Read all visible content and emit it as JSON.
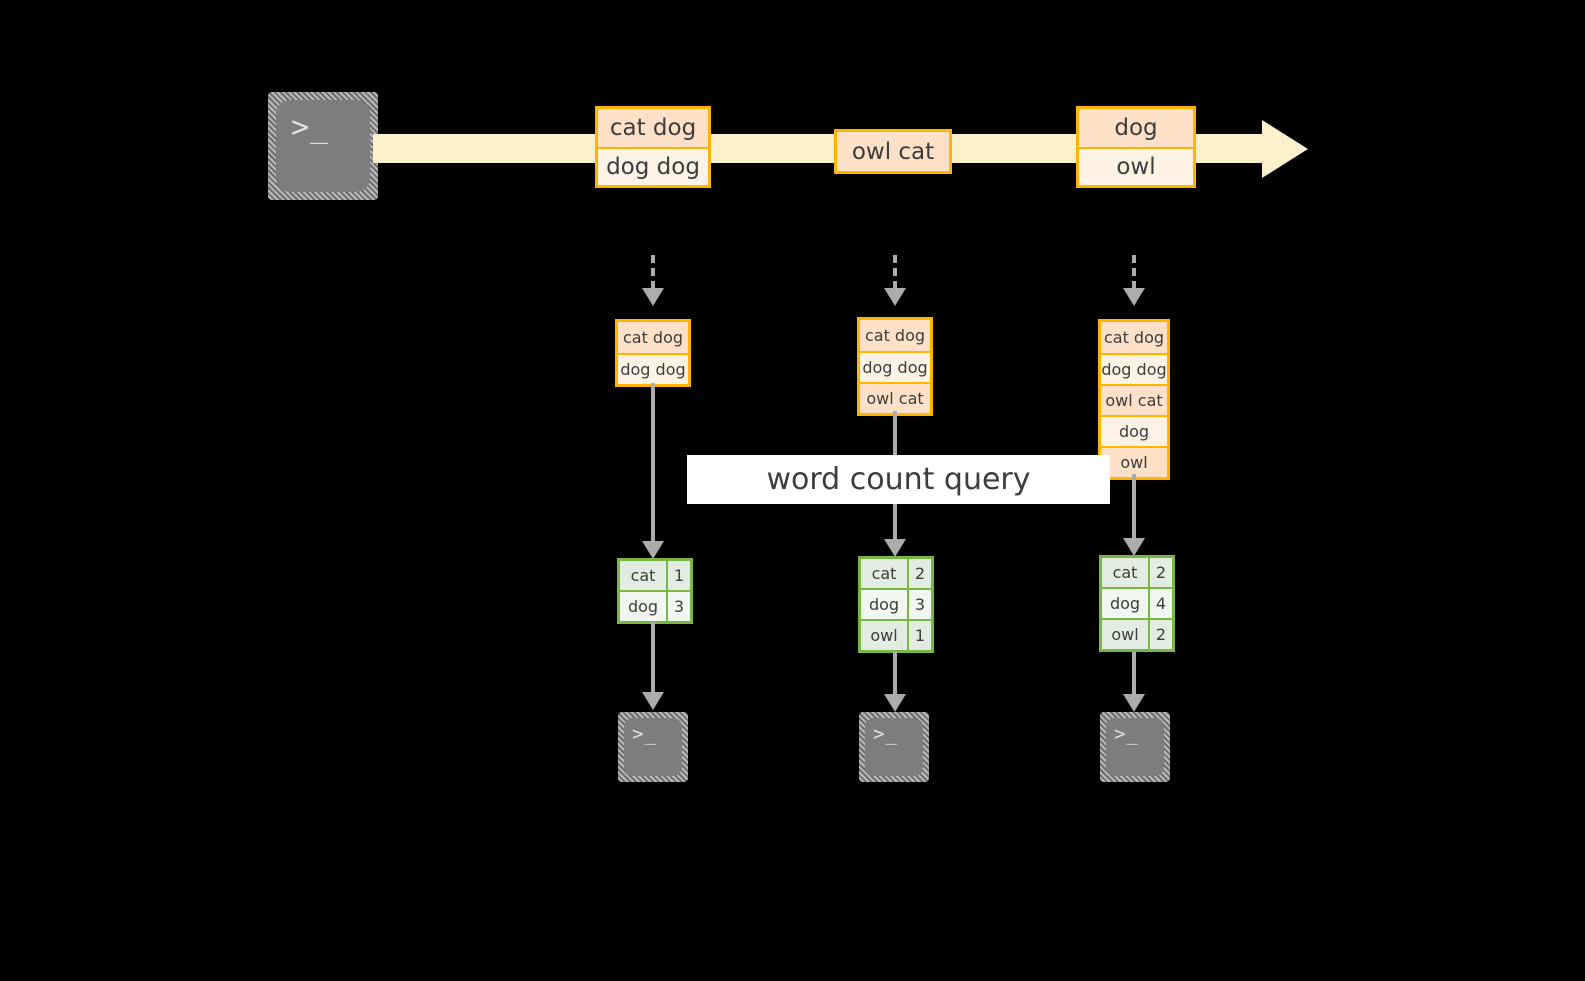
{
  "diagram": {
    "title_label": "word count query",
    "background_color": "#000000",
    "accent_orange": "#ffb400",
    "accent_green": "#78b743",
    "stream_color": "#fcefcb",
    "connector_gray": "#acacac"
  },
  "source": {
    "icon": "terminal-icon",
    "prompt_glyph": ">_"
  },
  "stream": {
    "arrow_name": "event-stream-arrow",
    "groups": [
      {
        "id": "batch-1",
        "events": [
          "cat dog",
          "dog dog"
        ]
      },
      {
        "id": "batch-2",
        "events": [
          "owl cat"
        ]
      },
      {
        "id": "batch-3",
        "events": [
          "dog",
          "owl"
        ]
      }
    ]
  },
  "columns": [
    {
      "id": "snapshot-1",
      "accumulated": [
        "cat dog",
        "dog dog"
      ],
      "result": {
        "rows": [
          {
            "word": "cat",
            "count": "1"
          },
          {
            "word": "dog",
            "count": "3"
          }
        ]
      },
      "sink": {
        "icon": "terminal-icon",
        "prompt_glyph": ">_"
      }
    },
    {
      "id": "snapshot-2",
      "accumulated": [
        "cat dog",
        "dog dog",
        "owl cat"
      ],
      "result": {
        "rows": [
          {
            "word": "cat",
            "count": "2"
          },
          {
            "word": "dog",
            "count": "3"
          },
          {
            "word": "owl",
            "count": "1"
          }
        ]
      },
      "sink": {
        "icon": "terminal-icon",
        "prompt_glyph": ">_"
      }
    },
    {
      "id": "snapshot-3",
      "accumulated": [
        "cat dog",
        "dog dog",
        "owl cat",
        "dog",
        "owl"
      ],
      "result": {
        "rows": [
          {
            "word": "cat",
            "count": "2"
          },
          {
            "word": "dog",
            "count": "4"
          },
          {
            "word": "owl",
            "count": "2"
          }
        ]
      },
      "sink": {
        "icon": "terminal-icon",
        "prompt_glyph": ">_"
      }
    }
  ]
}
